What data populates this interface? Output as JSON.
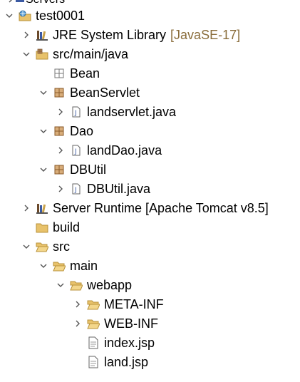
{
  "tree": {
    "top_cut": {
      "label": "Servers",
      "expanded": false,
      "icon": "server-folder-icon"
    },
    "nodes": [
      {
        "label": "test0001",
        "expanded": true,
        "icon": "web-project-icon"
      },
      {
        "label": "JRE System Library",
        "decoration": "[JavaSE-17]",
        "expanded": false,
        "icon": "library-icon"
      },
      {
        "label": "src/main/java",
        "expanded": true,
        "icon": "source-folder-icon"
      },
      {
        "label": "Bean",
        "expanded": null,
        "icon": "empty-package-icon"
      },
      {
        "label": "BeanServlet",
        "expanded": true,
        "icon": "package-icon"
      },
      {
        "label": "landservlet.java",
        "expanded": false,
        "icon": "java-file-icon"
      },
      {
        "label": "Dao",
        "expanded": true,
        "icon": "package-icon"
      },
      {
        "label": "landDao.java",
        "expanded": false,
        "icon": "java-file-icon"
      },
      {
        "label": "DBUtil",
        "expanded": true,
        "icon": "package-icon"
      },
      {
        "label": "DBUtil.java",
        "expanded": false,
        "icon": "java-file-icon"
      },
      {
        "label": "Server Runtime [Apache Tomcat v8.5]",
        "expanded": false,
        "icon": "library-icon"
      },
      {
        "label": "build",
        "expanded": null,
        "icon": "folder-icon"
      },
      {
        "label": "src",
        "expanded": true,
        "icon": "folder-icon"
      },
      {
        "label": "main",
        "expanded": true,
        "icon": "folder-icon"
      },
      {
        "label": "webapp",
        "expanded": true,
        "icon": "folder-icon"
      },
      {
        "label": "META-INF",
        "expanded": false,
        "icon": "folder-icon"
      },
      {
        "label": "WEB-INF",
        "expanded": false,
        "icon": "folder-icon"
      },
      {
        "label": "index.jsp",
        "expanded": null,
        "icon": "jsp-file-icon"
      },
      {
        "label": "land.jsp",
        "expanded": null,
        "icon": "jsp-file-icon"
      }
    ]
  },
  "colors": {
    "toggle": "#555555",
    "folder": "#d9a441",
    "package": "#b5865a",
    "decoration": "#8a6d3b",
    "java_file": "#3b5aa3"
  }
}
